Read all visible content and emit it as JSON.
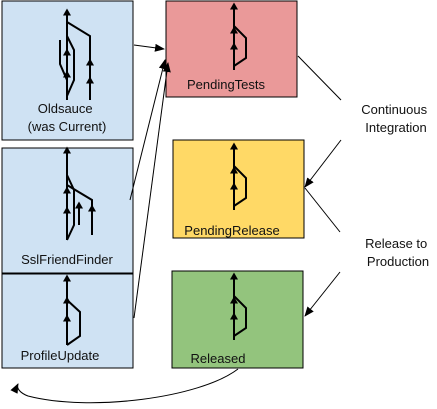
{
  "colors": {
    "branch_fill": "#cfe2f3",
    "pending_tests_fill": "#ea9999",
    "pending_release_fill": "#ffd966",
    "released_fill": "#93c47d",
    "stroke": "#000000"
  },
  "branches": [
    {
      "id": "oldsauce",
      "label_lines": [
        "Oldsauce",
        "(was Current)"
      ]
    },
    {
      "id": "ssl-friend-finder",
      "label_lines": [
        "SslFriendFinder"
      ]
    },
    {
      "id": "profile-update",
      "label_lines": [
        "ProfileUpdate"
      ]
    }
  ],
  "stages": [
    {
      "id": "pending-tests",
      "label": "PendingTests"
    },
    {
      "id": "pending-release",
      "label": "PendingRelease"
    },
    {
      "id": "released",
      "label": "Released"
    }
  ],
  "transitions": [
    {
      "id": "continuous-integration",
      "label_lines": [
        "Continuous",
        "Integration"
      ]
    },
    {
      "id": "release-to-production",
      "label_lines": [
        "Release to",
        "Production"
      ]
    }
  ]
}
